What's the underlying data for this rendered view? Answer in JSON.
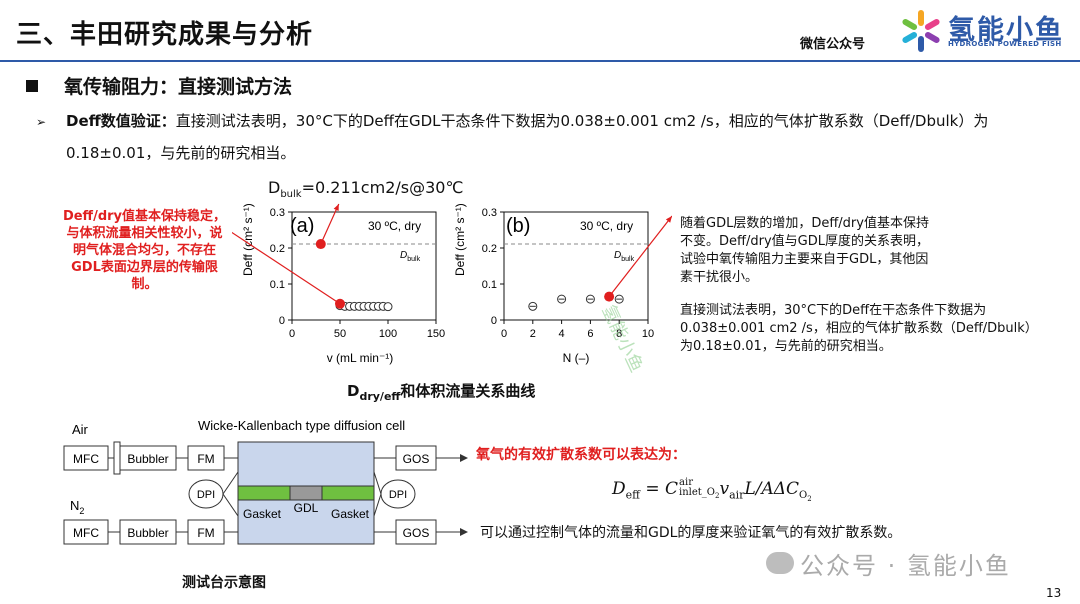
{
  "header": {
    "title": "三、丰田研究成果与分析",
    "wechat": "微信公众号",
    "brand_name": "氢能小鱼",
    "brand_sub": "HYDROGEN POWERED FISH"
  },
  "section": {
    "heading": "氧传输阻力：直接测试方法",
    "bullet_bold": "Deff数值验证：",
    "bullet_line1": "直接测试法表明，30°C下的Deff在GDL干态条件下数据为0.038±0.001 cm2 /s，相应的气体扩散系数（Deff/Dbulk）为",
    "bullet_line2": "0.18±0.01，与先前的研究相当。"
  },
  "annotations": {
    "dbulk_value": "D",
    "dbulk_sub": "bulk",
    "dbulk_rest": "=0.211cm2/s@30℃",
    "red_note": "Deff/dry值基本保持稳定，与体积流量相关性较小，说明气体混合均匀，不存在GDL表面边界层的传输限制。",
    "right_note1": "随着GDL层数的增加，Deff/dry值基本保持不变。Deff/dry值与GDL厚度的关系表明，试验中氧传输阻力主要来自于GDL，其他因素干扰很小。",
    "right_note2": "直接测试法表明，30°C下的Deff在干态条件下数据为0.038±0.001 cm2 /s，相应的气体扩散系数（Deff/Dbulk）为0.18±0.01，与先前的研究相当。",
    "fig_caption_d": "D",
    "fig_caption_sub": "dry/eff",
    "fig_caption_rest": "和体积流量关系曲线",
    "red_label": "氧气的有效扩散系数可以表达为：",
    "bottom_note": "可以通过控制气体的流量和GDL的厚度来验证氧气的有效扩散系数。",
    "caption2": "测试台示意图",
    "watermark": "公众号 · 氢能小鱼",
    "diagonal_watermark": "氢能小鱼",
    "page_number": "13"
  },
  "chart_data": [
    {
      "type": "scatter",
      "panel_label": "(a)",
      "condition": "30 ºC, dry",
      "xlabel": "v (mL min⁻¹)",
      "ylabel": "Deff (cm² s⁻¹)",
      "xlim": [
        0,
        150
      ],
      "ylim": [
        0,
        0.3
      ],
      "xticks": [
        "0",
        "50",
        "100",
        "150"
      ],
      "yticks": [
        "0",
        "0.1",
        "0.2",
        "0.3"
      ],
      "dbulk_line": 0.211,
      "dbulk_label": "Dbulk",
      "series": [
        {
          "x": [
            50,
            55,
            60,
            65,
            70,
            75,
            80,
            85,
            90,
            95,
            100
          ],
          "y": [
            0.04,
            0.038,
            0.038,
            0.038,
            0.038,
            0.038,
            0.038,
            0.038,
            0.038,
            0.038,
            0.037
          ]
        }
      ],
      "highlights": [
        {
          "x": 30,
          "y": 0.211,
          "color": "#e01f1f"
        },
        {
          "x": 50,
          "y": 0.045,
          "color": "#e01f1f"
        }
      ]
    },
    {
      "type": "scatter",
      "panel_label": "(b)",
      "condition": "30 ºC, dry",
      "xlabel": "N (–)",
      "ylabel": "Deff (cm² s⁻¹)",
      "xlim": [
        0,
        10
      ],
      "ylim": [
        0,
        0.3
      ],
      "xticks": [
        "0",
        "2",
        "4",
        "6",
        "8",
        "10"
      ],
      "yticks": [
        "0",
        "0.1",
        "0.2",
        "0.3"
      ],
      "dbulk_line": 0.211,
      "dbulk_label": "Dbulk",
      "series": [
        {
          "x": [
            2,
            4,
            6,
            8
          ],
          "y": [
            0.038,
            0.058,
            0.058,
            0.058
          ]
        }
      ],
      "highlights": [
        {
          "x": 7.3,
          "y": 0.065,
          "color": "#e01f1f"
        }
      ]
    }
  ],
  "diagram": {
    "title": "Wicke-Kallenbach type diffusion cell",
    "air": "Air",
    "n2": "N",
    "n2_sub": "2",
    "mfc": "MFC",
    "bubbler": "Bubbler",
    "fm": "FM",
    "dpi": "DPI",
    "gos": "GOS",
    "gasket": "Gasket",
    "gdl": "GDL"
  },
  "colors": {
    "accent_blue": "#2e5aa8",
    "highlight_red": "#e01f1f",
    "gasket_green": "#6fc040",
    "cell_blue": "#c9d6ec"
  }
}
